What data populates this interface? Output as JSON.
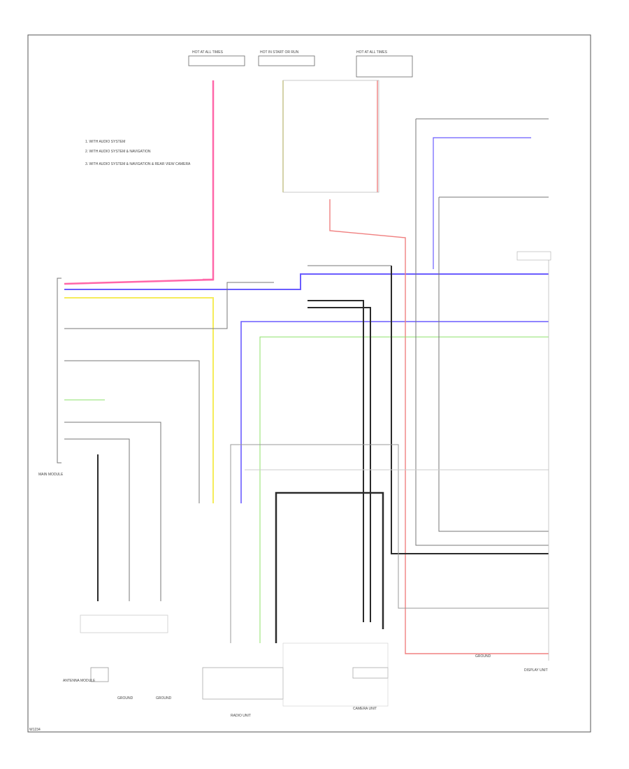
{
  "wire_colors": {
    "pink": "#ff66a8",
    "blue": "#6a5cff",
    "yellow": "#f5ec5a",
    "red": "#f08080",
    "green": "#8ce06a",
    "black": "#2a2a2a",
    "gray": "#8a8a8a",
    "light": "#cfcfcf"
  },
  "fuse_boxes": [
    {
      "label": "HOT AT ALL TIMES"
    },
    {
      "label": "HOT IN START OR RUN"
    },
    {
      "label": "HOT AT ALL TIMES"
    }
  ],
  "notes": [
    "1. WITH AUDIO SYSTEM",
    "2. WITH AUDIO SYSTEM & NAVIGATION",
    "3. WITH AUDIO SYSTEM & NAVIGATION & REAR VIEW CAMERA"
  ],
  "components": {
    "main_module": "MAIN MODULE",
    "ground_left": "GROUND",
    "ground_mid": "GROUND",
    "radio_unit": "RADIO UNIT",
    "antenna_module": "ANTENNA MODULE",
    "camera_unit": "CAMERA UNIT",
    "display_right": "DISPLAY UNIT",
    "ground_strap": "GROUND"
  },
  "footer": "W1234"
}
